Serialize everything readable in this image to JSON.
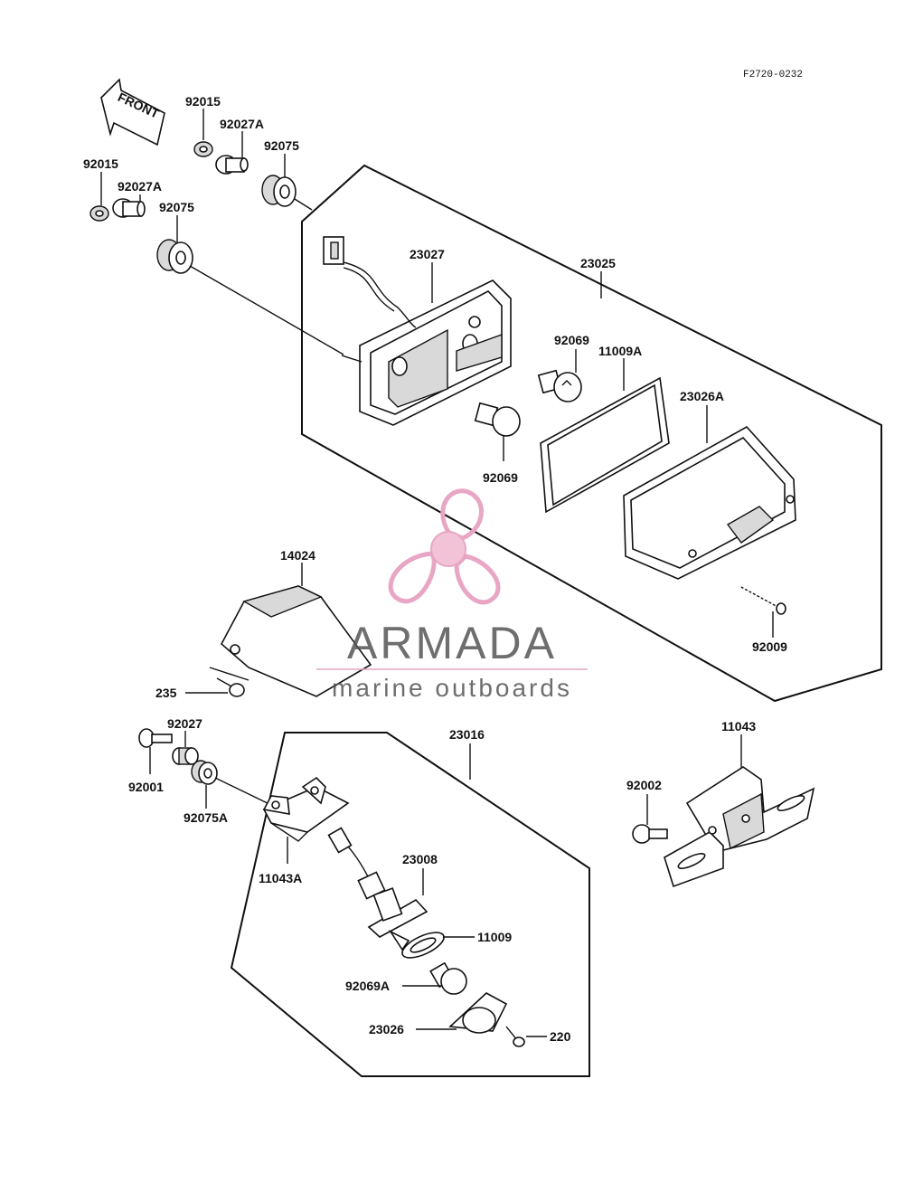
{
  "diagram": {
    "drawing_code": "F2720-0232",
    "front_arrow_label": "FRONT",
    "parts": {
      "p92015_a": "92015",
      "p92027A_a": "92027A",
      "p92075_a": "92075",
      "p92015_b": "92015",
      "p92027A_b": "92027A",
      "p92075_b": "92075",
      "p23027": "23027",
      "p23025": "23025",
      "p92069_a": "92069",
      "p11009A": "11009A",
      "p23026A": "23026A",
      "p92069_b": "92069",
      "p14024": "14024",
      "p92009": "92009",
      "p235": "235",
      "p92027": "92027",
      "p92001": "92001",
      "p92075A": "92075A",
      "p23016": "23016",
      "p11043": "11043",
      "p92002": "92002",
      "p11043A": "11043A",
      "p23008": "23008",
      "p11009": "11009",
      "p92069A": "92069A",
      "p23026": "23026",
      "p220": "220"
    }
  },
  "watermark": {
    "brand": "ARMADA",
    "tagline": "marine outboards",
    "colors": {
      "logo": "#e8a6c4",
      "logo_center": "#f2c3d6",
      "text": "#555555"
    }
  }
}
